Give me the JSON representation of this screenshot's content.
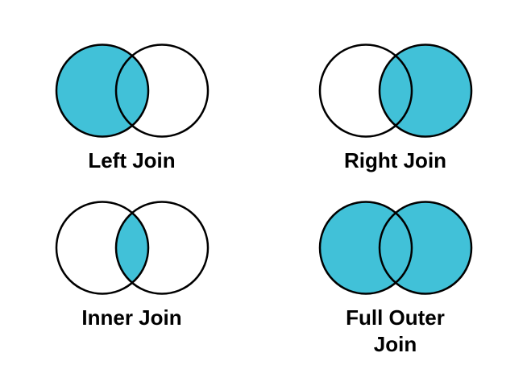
{
  "colors": {
    "highlight": "#41C1D8",
    "stroke": "#000000",
    "background": "#FFFFFF"
  },
  "diagrams": [
    {
      "label": "Left Join",
      "highlight": "left",
      "highlighted_region": "left circle including intersection"
    },
    {
      "label": "Right Join",
      "highlight": "right",
      "highlighted_region": "right circle including intersection"
    },
    {
      "label": "Inner Join",
      "highlight": "intersection",
      "highlighted_region": "intersection only"
    },
    {
      "label": "Full Outer\nJoin",
      "highlight": "both",
      "highlighted_region": "both circles including intersection"
    }
  ]
}
